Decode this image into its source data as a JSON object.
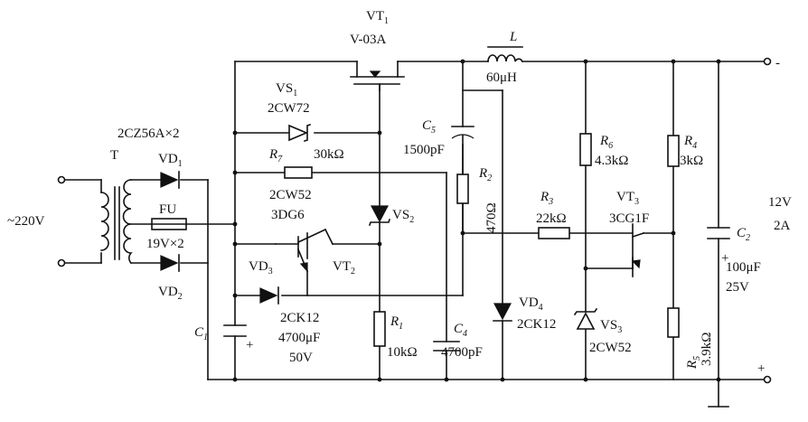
{
  "labels": {
    "ac_input": "~220V",
    "transformer": "T",
    "rectifier_part": "2CZ56A×2",
    "vd1": "VD",
    "vd1_sub": "1",
    "vd2": "VD",
    "vd2_sub": "2",
    "fuse": "FU",
    "fuse_rating": "19V×2",
    "vt1": "VT",
    "vt1_sub": "1",
    "vt1_part": "V-03A",
    "vs1": "VS",
    "vs1_sub": "1",
    "vs1_part": "2CW72",
    "r7": "R",
    "r7_sub": "7",
    "r7_value": "30kΩ",
    "vs2_part": "2CW52",
    "vt2_part": "3DG6",
    "vs2": "VS",
    "vs2_sub": "2",
    "vd3": "VD",
    "vd3_sub": "3",
    "vt2": "VT",
    "vt2_sub": "2",
    "vd3_part": "2CK12",
    "c1": "C",
    "c1_sub": "1",
    "c1_value": "4700μF",
    "c1_voltage": "50V",
    "c1_plus": "+",
    "l": "L",
    "l_value": "60μH",
    "c5": "C",
    "c5_sub": "5",
    "c5_value": "1500pF",
    "r2": "R",
    "r2_sub": "2",
    "r2_value": "470Ω",
    "r1": "R",
    "r1_sub": "1",
    "r1_value": "10kΩ",
    "c4": "C",
    "c4_sub": "4",
    "c4_value": "4700pF",
    "r3": "R",
    "r3_sub": "3",
    "r3_value": "22kΩ",
    "vd4": "VD",
    "vd4_sub": "4",
    "vd4_part": "2CK12",
    "r6": "R",
    "r6_sub": "6",
    "r6_value": "4.3kΩ",
    "vt3": "VT",
    "vt3_sub": "3",
    "vt3_part": "3CG1F",
    "vs3": "VS",
    "vs3_sub": "3",
    "vs3_part": "2CW52",
    "r4": "R",
    "r4_sub": "4",
    "r4_value": "3kΩ",
    "r5": "R",
    "r5_sub": "5",
    "r5_value": "3.9kΩ",
    "c2": "C",
    "c2_sub": "2",
    "c2_value": "100μF",
    "c2_voltage": "25V",
    "c2_plus": "+",
    "out_voltage": "12V",
    "out_current": "2A",
    "out_minus": "-",
    "out_plus": "+"
  }
}
